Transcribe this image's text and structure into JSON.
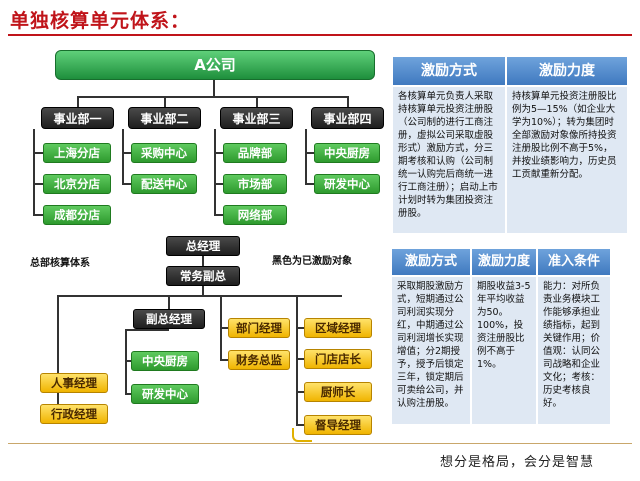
{
  "title": "单独核算单元体系：",
  "company": "A公司",
  "departments": [
    {
      "name": "事业部一",
      "units": [
        "上海分店",
        "北京分店",
        "成都分店"
      ]
    },
    {
      "name": "事业部二",
      "units": [
        "采购中心",
        "配送中心"
      ]
    },
    {
      "name": "事业部三",
      "units": [
        "品牌部",
        "市场部",
        "网络部"
      ]
    },
    {
      "name": "事业部四",
      "units": [
        "中央厨房",
        "研发中心"
      ]
    }
  ],
  "hq": {
    "system_label": "总部核算体系",
    "note": "黑色为已激励对象",
    "gm": "总经理",
    "exec_vp": "常务副总",
    "vp": "副总经理",
    "left_units": [
      "人事经理",
      "行政经理"
    ],
    "vp_units": [
      "中央厨房",
      "研发中心"
    ],
    "mid_units": [
      "部门经理",
      "财务总监"
    ],
    "right_units": [
      "区域经理",
      "门店店长",
      "厨师长",
      "督导经理"
    ]
  },
  "table1": {
    "headers": [
      "激励方式",
      "激励力度"
    ],
    "method": "各核算单元负责人采取持核算单元投资注册股（公司制的进行工商注册，虚拟公司采取虚股形式）激励方式，分三期考核和认购（公司制统一认购完后商统一进行工商注册）；启动上市计划时转为集团投资注册股。",
    "strength": "持核算单元投资注册股比例为5—15%（如企业大学为10%）；转为集团时全部激励对象像所持投资注册股比例不高于5%，并按业绩影响力，历史员工贡献重新分配。"
  },
  "table2": {
    "headers": [
      "激励方式",
      "激励力度",
      "准入条件"
    ],
    "method": "采取期股激励方式，短期通过公司利润实现分红，中期通过公司利润增长实现增值；分2期授予，授予后锁定三年，锁定期后可卖给公司，并认购注册股。",
    "strength": "期股收益3-5年平均收益为50。100%，投资注册股比例不高于1%。",
    "entry": "能力：对所负责业务模块工作能够承担业绩指标，起到关键作用；价值观：认同公司战略和企业文化；考核：历史考核良好。"
  },
  "slogan": "想分是格局，会分是智慧"
}
